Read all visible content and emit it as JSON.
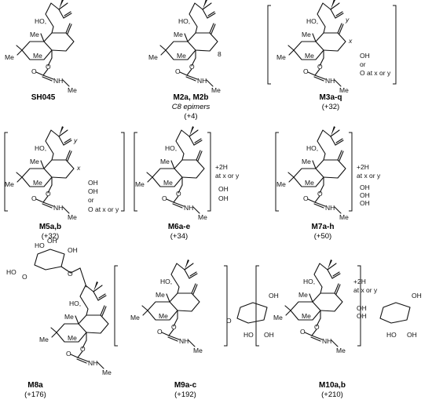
{
  "compounds": [
    {
      "label": "SH045",
      "sub": "",
      "shift": ""
    },
    {
      "label": "M2a, M2b",
      "sub": "C8 epimers",
      "shift": "(+4)"
    },
    {
      "label": "M3a-q",
      "sub": "",
      "shift": "(+32)"
    },
    {
      "label": "M5a,b",
      "sub": "",
      "shift": "(+32)"
    },
    {
      "label": "M6a-e",
      "sub": "",
      "shift": "(+34)"
    },
    {
      "label": "M7a-h",
      "sub": "",
      "shift": "(+50)"
    },
    {
      "label": "M8a",
      "sub": "",
      "shift": "(+176)"
    },
    {
      "label": "M9a-c",
      "sub": "",
      "shift": "(+192)"
    },
    {
      "label": "M10a,b",
      "sub": "",
      "shift": "(+210)"
    }
  ],
  "atoms": {
    "ho": "HO,",
    "me": "Me",
    "o": "O",
    "nh": "NH",
    "oh": "OH",
    "or": "or",
    "o_at": "O at",
    "x": "x",
    "y": "y",
    "or_sep": "or",
    "plus2h": "+2H",
    "at": "at",
    "eight": "8",
    "ho_plain": "HO",
    "o_comma": "O"
  }
}
